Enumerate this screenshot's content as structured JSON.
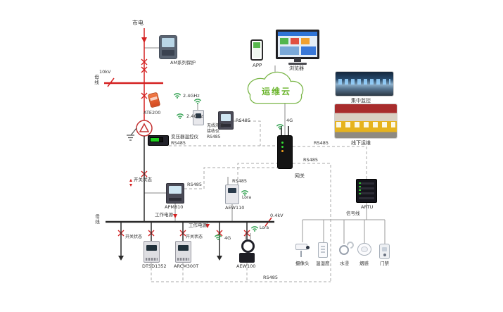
{
  "colors": {
    "power_red": "#d42020",
    "cloud_green": "#7ab648",
    "wireless_green": "#3aa558"
  },
  "icons": {
    "wireless": "wifi-icon",
    "cloud": "cloud-icon"
  },
  "diagram": {
    "cloud_label": "运维云",
    "top": {
      "mains": "市电",
      "voltage": "10kV",
      "busbar": "母线",
      "relay": "AM系列保护",
      "freq1": "2.4GHz",
      "ate200": "ATE200",
      "freq2": "2.4GHz",
      "rx1": "无线测温",
      "rx2": "接收仪",
      "rx3": "RS485",
      "meter_rs485": "RS485",
      "temp_ctrl": "变压器温控仪",
      "temp_ctrl_rs485": "RS485"
    },
    "cloud_targets": {
      "app": "APP",
      "browser": "浏览器",
      "central": "集中监控",
      "offline": "线下运维",
      "g4": "4G"
    },
    "gateway": {
      "label": "网关",
      "rs485_upper": "RS485",
      "rs485_lower": "RS485"
    },
    "middle": {
      "switch_state": "开关状态",
      "apm_rs485": "RS485",
      "apm810": "APM810",
      "aew110_rs485": "RS485",
      "aew110_lora": "Lora",
      "aew110": "AEW110",
      "artu": "ARTU",
      "signal_line": "信号线",
      "work_power1": "工作电源",
      "work_power2": "工作电源"
    },
    "bottom": {
      "busbar": "母线",
      "voltage": "0.4kV",
      "switch_state1": "开关状态",
      "switch_state2": "开关状态",
      "g4": "4G",
      "lora": "Lora",
      "dtsd1352": "DTSD1352",
      "arcm300t": "ARCM300T",
      "aew100": "AEW100",
      "rs485": "RS485",
      "camera": "摄像头",
      "temp_humidity": "温湿度",
      "water": "水浸",
      "smoke": "烟感",
      "door": "门禁"
    }
  }
}
